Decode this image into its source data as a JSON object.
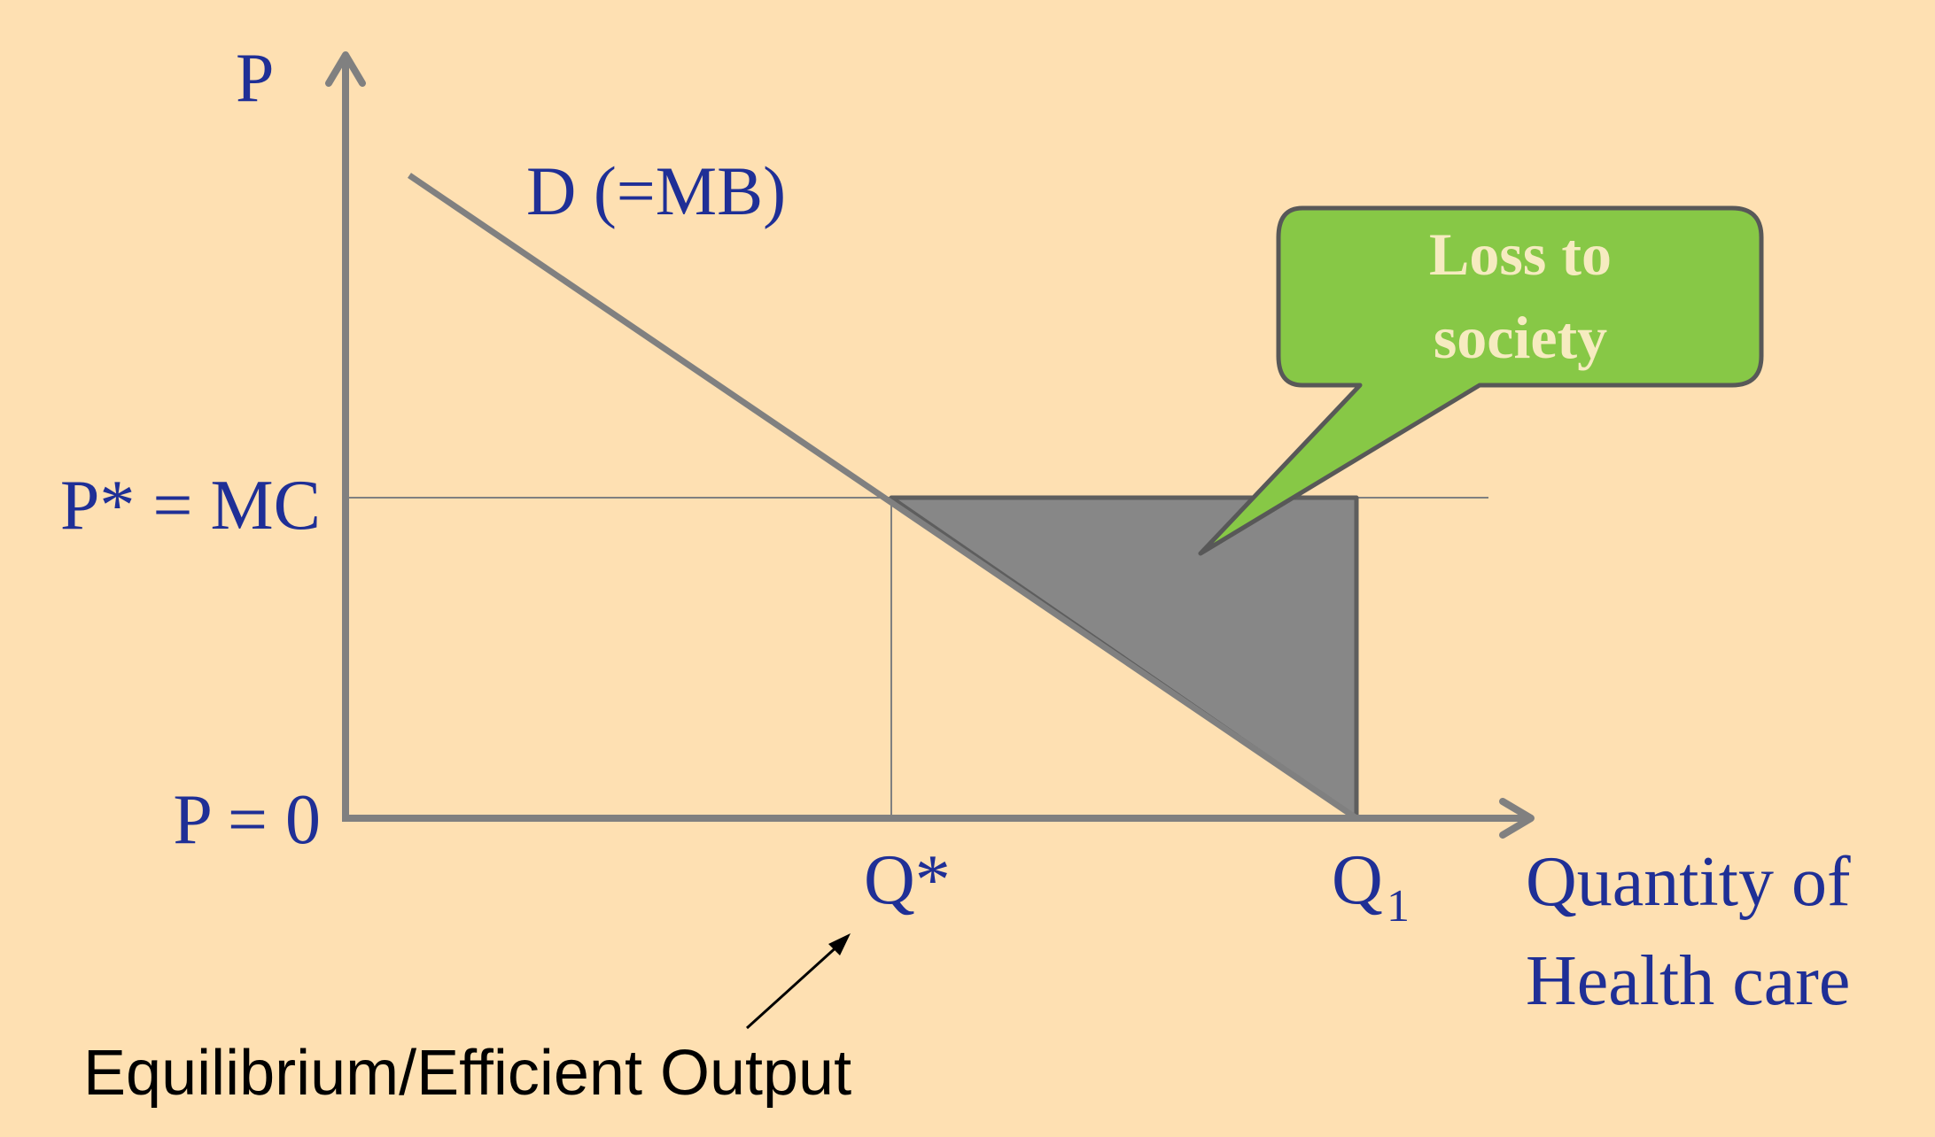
{
  "axes": {
    "y_label": "P",
    "x_label_line1": "Quantity of",
    "x_label_line2": "Health care"
  },
  "curves": {
    "demand_label": "D (=MB)"
  },
  "price_labels": {
    "equilibrium": "P* = MC",
    "zero": "P = 0"
  },
  "quantity_labels": {
    "equilibrium": "Q*",
    "q1_base": "Q",
    "q1_sub": "1"
  },
  "callout": {
    "line1": "Loss to",
    "line2": "society"
  },
  "annotation": {
    "text": "Equilibrium/Efficient Output"
  },
  "colors": {
    "background": "#FEE0B2",
    "axis": "#808080",
    "label_text": "#1F2F96",
    "loss_area": "#878787",
    "callout_fill": "#87C846",
    "callout_text": "#F6EBC0"
  }
}
